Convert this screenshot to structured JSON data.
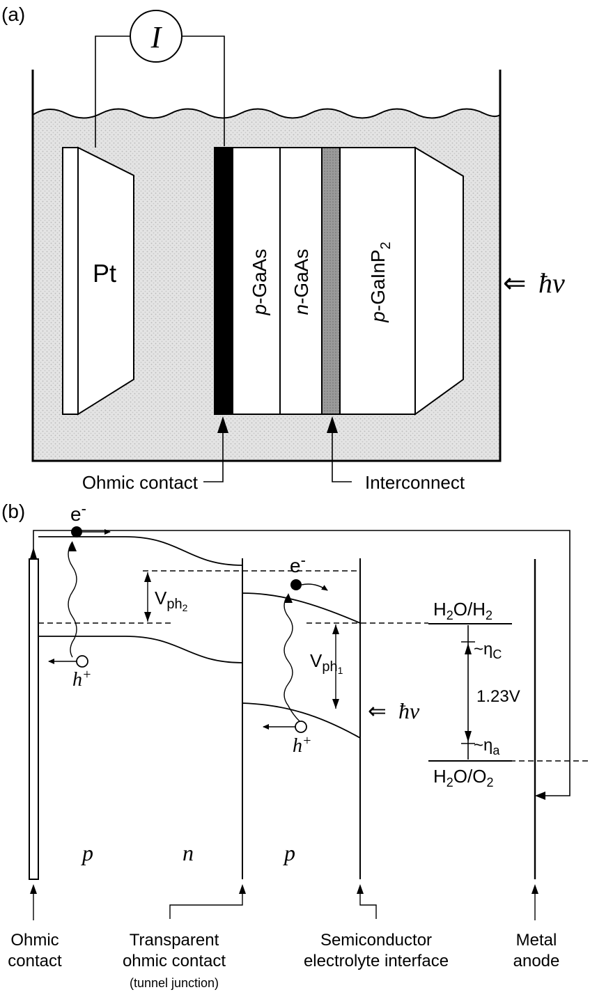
{
  "panel_a": {
    "label": "(a)",
    "ammeter_symbol": "I",
    "pt_label": "Pt",
    "layers": [
      {
        "prefix": "p",
        "name": "-GaAs"
      },
      {
        "prefix": "n",
        "name": "-GaAs"
      },
      {
        "prefix": "p",
        "name": "-GaInP",
        "sub": "2"
      }
    ],
    "light_arrow": "⇐",
    "light_label": "ħν",
    "callout_ohmic": "Ohmic contact",
    "callout_interconnect": "Interconnect"
  },
  "panel_b": {
    "label": "(b)",
    "electron_upper": "e",
    "electron_lower": "e",
    "electron_charge": "-",
    "hole_left": "h",
    "hole_right": "h",
    "hole_charge": "+",
    "vph1_base": "V",
    "vph1_sub": "ph",
    "vph1_subsub": "1",
    "vph2_base": "V",
    "vph2_sub": "ph",
    "vph2_subsub": "2",
    "light_arrow": "⇐",
    "light_label": "ħν",
    "h2o_h2": {
      "a": "H",
      "a_sub": "2",
      "b": "O/H",
      "b_sub": "2"
    },
    "h2o_o2": {
      "a": "H",
      "a_sub": "2",
      "b": "O/O",
      "b_sub": "2"
    },
    "eta_c": {
      "prefix": "~η",
      "sub": "C"
    },
    "eta_a": {
      "prefix": "~η",
      "sub": "a"
    },
    "voltage": "1.23V",
    "regions": [
      "p",
      "n",
      "p"
    ],
    "bottom_labels": {
      "ohmic": [
        "Ohmic",
        "contact"
      ],
      "transparent": [
        "Transparent",
        "ohmic contact",
        "(tunnel junction)"
      ],
      "interface": [
        "Semiconductor",
        "electrolyte interface"
      ],
      "anode": [
        "Metal",
        "anode"
      ]
    }
  }
}
